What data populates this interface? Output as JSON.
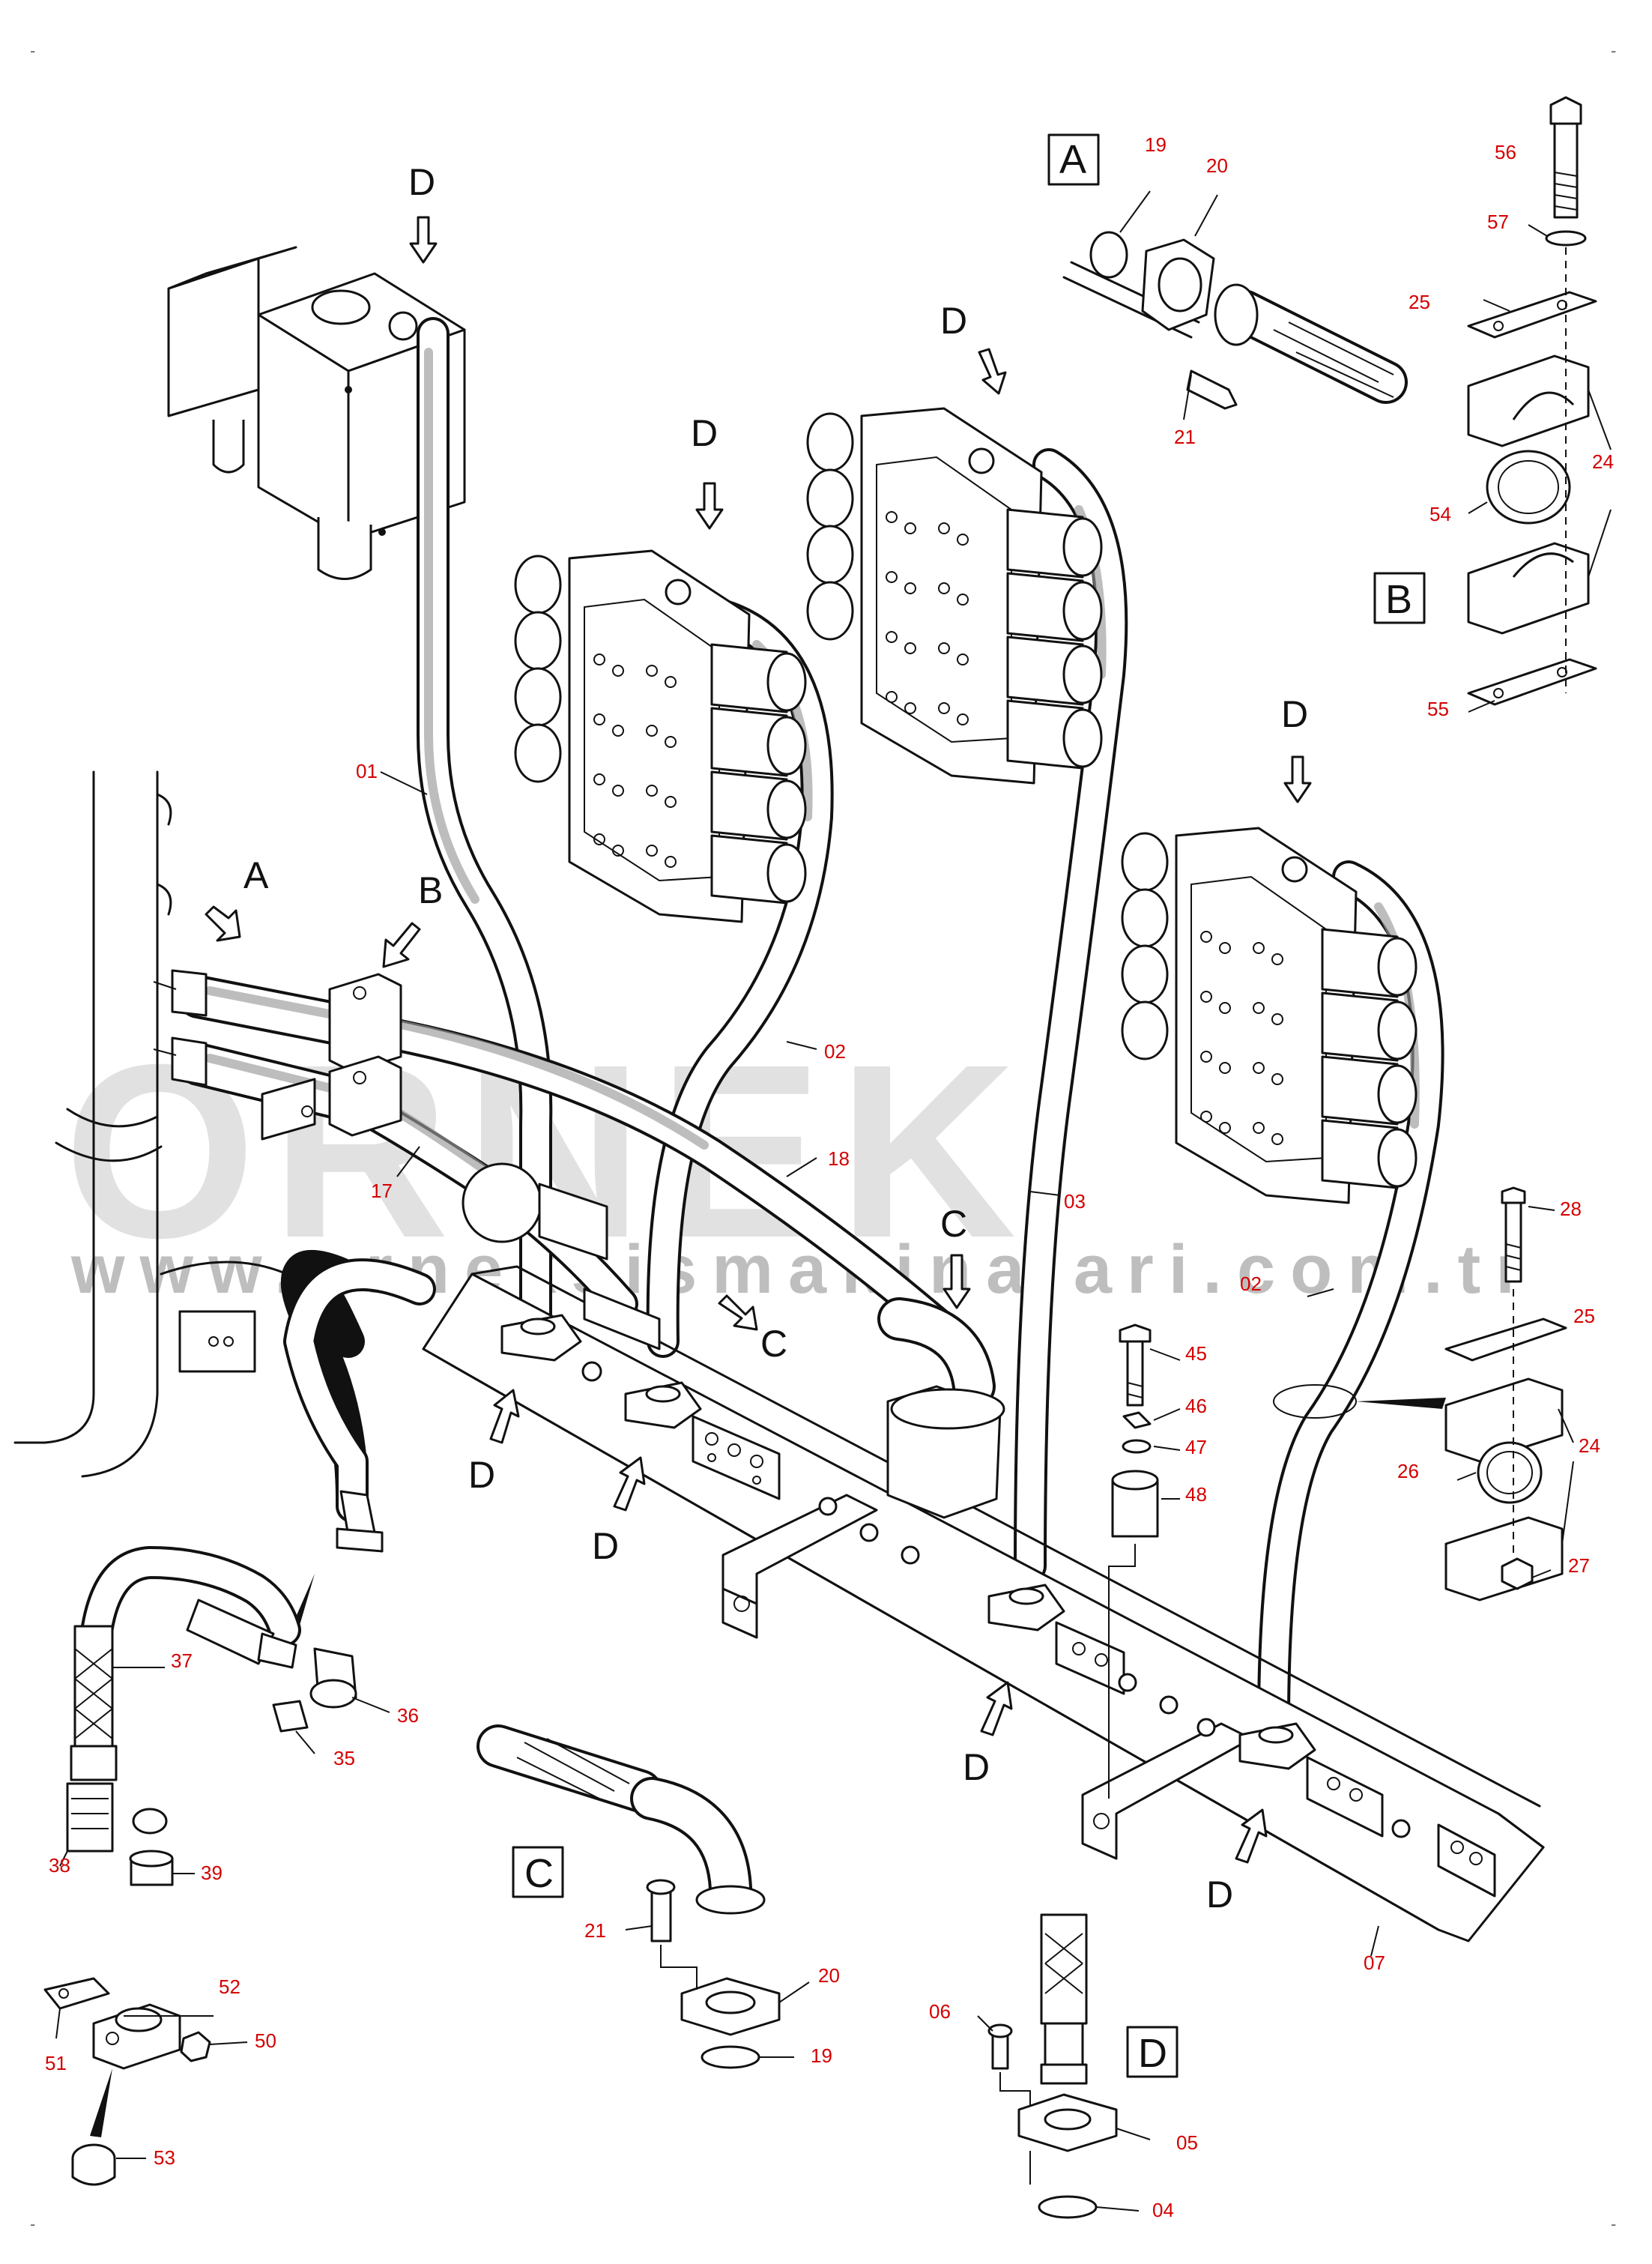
{
  "watermark": {
    "brand": "ORNEK",
    "url": "www.orneksismakinalari.com.tr"
  },
  "detail_boxes": [
    {
      "id": "detail-a",
      "label": "A"
    },
    {
      "id": "detail-b",
      "label": "B"
    },
    {
      "id": "detail-c",
      "label": "C"
    },
    {
      "id": "detail-d",
      "label": "D"
    }
  ],
  "view_callouts": {
    "d1": "D",
    "d2": "D",
    "d3": "D",
    "d4": "D",
    "d_lower_1": "D",
    "d_lower_2": "D",
    "d_lower_3": "D",
    "d_lower_4": "D",
    "a": "A",
    "b": "B",
    "c_upper": "C",
    "c_lower": "C"
  },
  "part_numbers": {
    "p01": "01",
    "p02_left": "02",
    "p02_right": "02",
    "p03": "03",
    "p17": "17",
    "p18": "18",
    "p07": "07",
    "a19": "19",
    "a20": "20",
    "a21": "21",
    "b56": "56",
    "b57": "57",
    "b25": "25",
    "b24": "24",
    "b54": "54",
    "b55": "55",
    "r28": "28",
    "r25": "25",
    "r24": "24",
    "r26": "26",
    "r27": "27",
    "m45": "45",
    "m46": "46",
    "m47": "47",
    "m48": "48",
    "l37": "37",
    "l36": "36",
    "l35": "35",
    "l38": "38",
    "l39": "39",
    "l52": "52",
    "l51": "51",
    "l50": "50",
    "l53": "53",
    "c21": "21",
    "c20": "20",
    "c19": "19",
    "d06": "06",
    "d05": "05",
    "d04": "04"
  },
  "corner_marks": {
    "tl": "-",
    "tr": "-",
    "bl": "-",
    "br": "-"
  }
}
